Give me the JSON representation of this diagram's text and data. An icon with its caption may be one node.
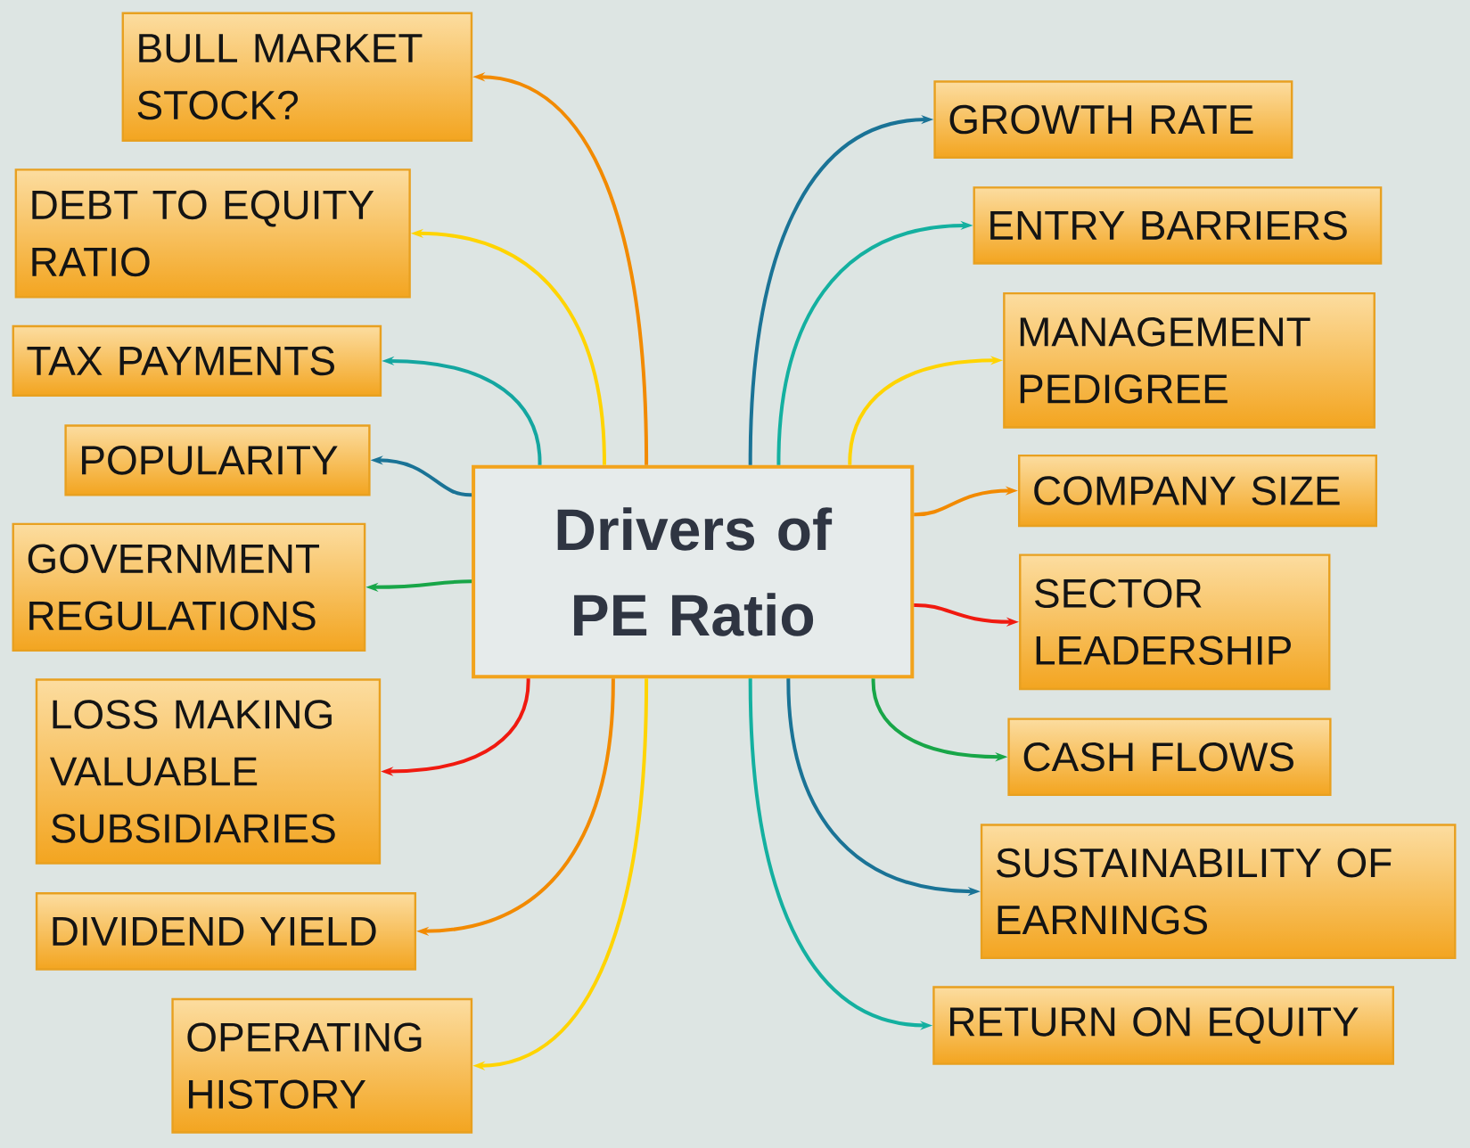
{
  "diagram": {
    "nodes": [
      {
        "text": [
          "Drivers of PE Ratio"
        ]
      },
      {
        "text": [
          "BULL MARKET STOCK?"
        ]
      },
      {
        "text": [
          "DEBT TO EQUITY RATIO"
        ]
      },
      {
        "text": [
          "TAX PAYMENTS"
        ]
      },
      {
        "text": [
          "POPULARITY"
        ]
      },
      {
        "text": [
          "GOVERNMENT REGULATIONS"
        ]
      },
      {
        "text": [
          "LOSS MAKING VALUABLE SUBSIDIARIES"
        ]
      },
      {
        "text": [
          "DIVIDEND YIELD"
        ]
      },
      {
        "text": [
          "OPERATING HISTORY"
        ]
      },
      {
        "text": [
          "GROWTH RATE"
        ]
      },
      {
        "text": [
          "ENTRY BARRIERS"
        ]
      },
      {
        "text": [
          "MANAGEMENT PEDIGREE"
        ]
      },
      {
        "text": [
          "COMPANY SIZE"
        ]
      },
      {
        "text": [
          "SECTOR LEADERSHIP"
        ]
      },
      {
        "text": [
          "CASH FLOWS"
        ]
      },
      {
        "text": [
          "SUSTAINABILITY OF EARNINGS"
        ]
      },
      {
        "text": [
          "RETURN ON EQUITY"
        ]
      }
    ],
    "edges": [
      {
        "from": 0,
        "to": 1,
        "arrow": "to",
        "color": "#f28a00"
      },
      {
        "from": 0,
        "to": 2,
        "arrow": "to",
        "color": "#ffd400"
      },
      {
        "from": 0,
        "to": 3,
        "arrow": "to",
        "color": "#14a6a0"
      },
      {
        "from": 0,
        "to": 4,
        "arrow": "to",
        "color": "#1a7396"
      },
      {
        "from": 0,
        "to": 5,
        "arrow": "to",
        "color": "#18a648"
      },
      {
        "from": 0,
        "to": 6,
        "arrow": "to",
        "color": "#f01a10"
      },
      {
        "from": 0,
        "to": 7,
        "arrow": "to",
        "color": "#f28a00"
      },
      {
        "from": 0,
        "to": 8,
        "arrow": "to",
        "color": "#ffd400"
      },
      {
        "from": 0,
        "to": 9,
        "arrow": "to",
        "color": "#1a7396"
      },
      {
        "from": 0,
        "to": 10,
        "arrow": "to",
        "color": "#14b0a0"
      },
      {
        "from": 0,
        "to": 11,
        "arrow": "to",
        "color": "#ffd400"
      },
      {
        "from": 0,
        "to": 12,
        "arrow": "to",
        "color": "#f28a00"
      },
      {
        "from": 0,
        "to": 13,
        "arrow": "to",
        "color": "#f01a10"
      },
      {
        "from": 0,
        "to": 14,
        "arrow": "to",
        "color": "#18a648"
      },
      {
        "from": 0,
        "to": 15,
        "arrow": "to",
        "color": "#1a7396"
      },
      {
        "from": 0,
        "to": 16,
        "arrow": "to",
        "color": "#14b0a0"
      }
    ]
  }
}
